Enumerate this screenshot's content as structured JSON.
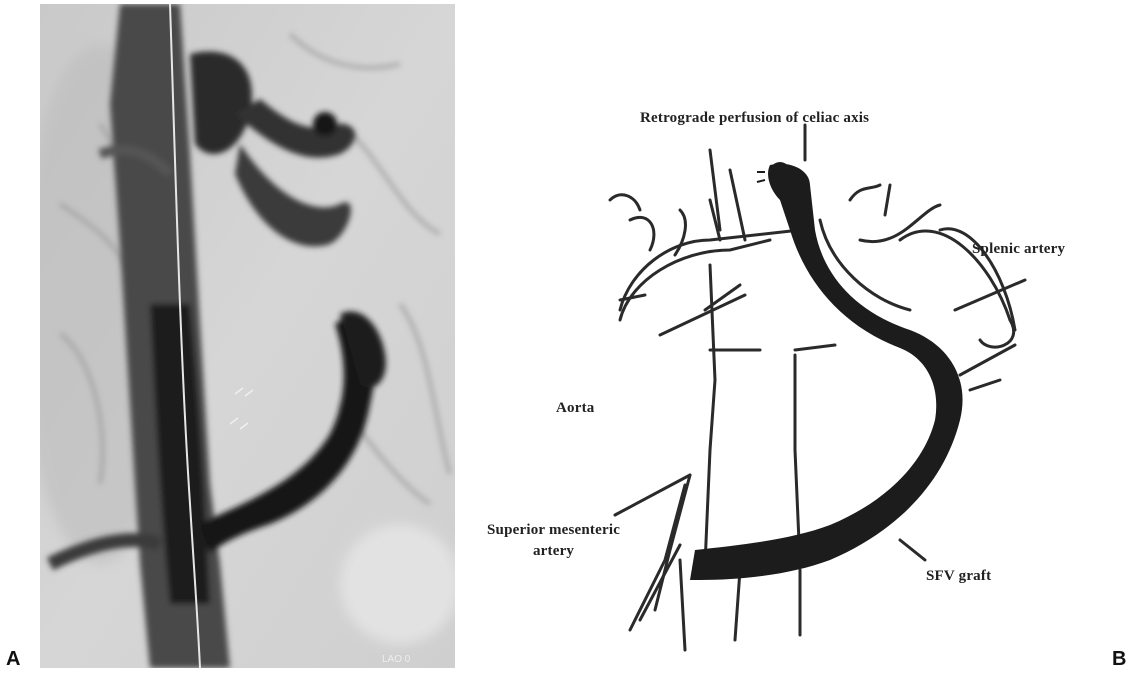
{
  "panels": {
    "a": "A",
    "b": "B"
  },
  "angiogram": {
    "corner_text": "LAO 0"
  },
  "diagram_labels": {
    "celiac": "Retrograde perfusion of celiac axis",
    "splenic": "Splenic artery",
    "aorta": "Aorta",
    "sma_line1": "Superior mesenteric",
    "sma_line2": "artery",
    "sfv": "SFV graft"
  },
  "colors": {
    "vessel_fill": "#1c1c1c",
    "outline": "#2a2a2a",
    "angio_background": "#d4d4d4"
  }
}
